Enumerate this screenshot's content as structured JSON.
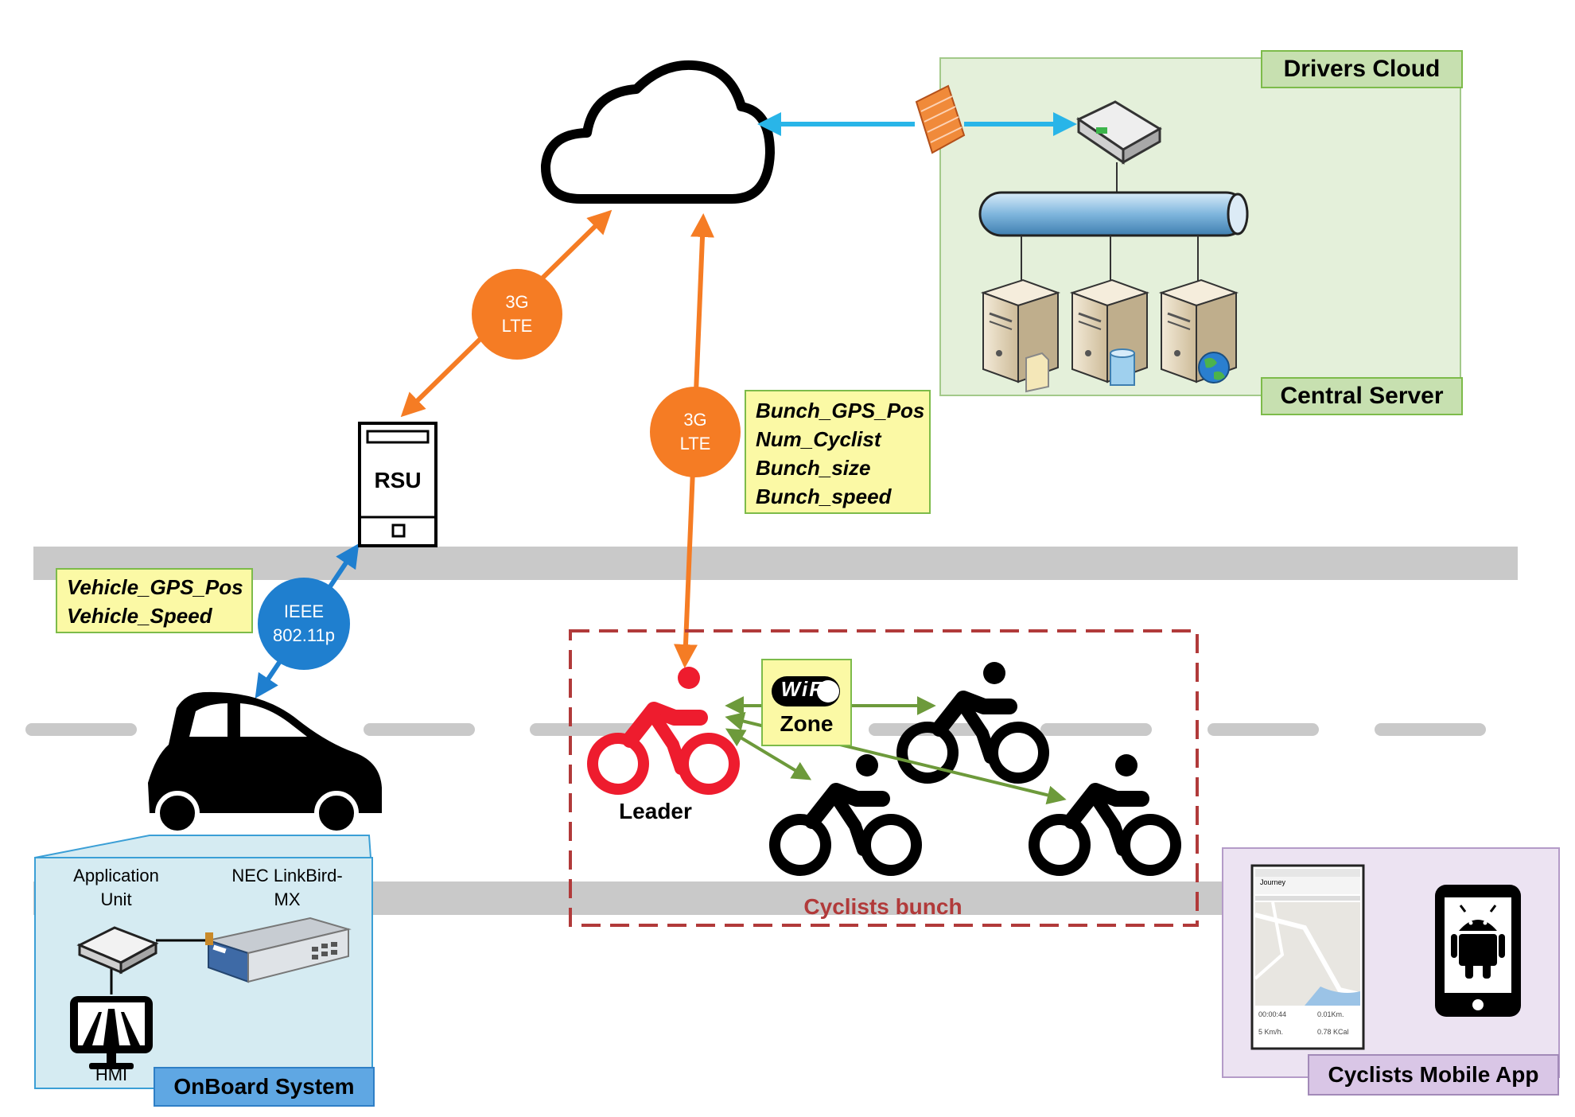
{
  "cloud": {
    "drivers_cloud_label": "Drivers Cloud",
    "central_server_label": "Central Server"
  },
  "links": {
    "lte_left": [
      "3G",
      "LTE"
    ],
    "lte_right": [
      "3G",
      "LTE"
    ],
    "ieee": [
      "IEEE",
      "802.11p"
    ]
  },
  "rsu_label": "RSU",
  "bunch_info": [
    "Bunch_GPS_Pos",
    "Num_Cyclist",
    "Bunch_size",
    "Bunch_speed"
  ],
  "vehicle_info": [
    "Vehicle_GPS_Pos",
    "Vehicle_Speed"
  ],
  "cyclists": {
    "leader_label": "Leader",
    "wifi_logo_text": "WiFi",
    "zone_label": "Zone",
    "bunch_label": "Cyclists bunch"
  },
  "onboard": {
    "app_unit_label": "Application Unit",
    "nec_label": "NEC LinkBird-MX",
    "hmi_label": "HMI",
    "title": "OnBoard System"
  },
  "mobile": {
    "title": "Cyclists Mobile App",
    "screen_title": "Journey",
    "stats": [
      "00:00:44",
      "0.01Km.",
      "5 Km/h.",
      "0.78 KCal"
    ]
  },
  "colors": {
    "orange": "#f57c24",
    "blue_link": "#1f7fcf",
    "cyan_link": "#29b5e8",
    "green_arrow": "#6d9a3b",
    "leader_red": "#ee1c2e",
    "bunch_border": "#b13a3a",
    "cloud_bg": "#e4f0da",
    "onboard_bg": "#d5ebf2",
    "mobile_bg": "#ece3f2"
  }
}
